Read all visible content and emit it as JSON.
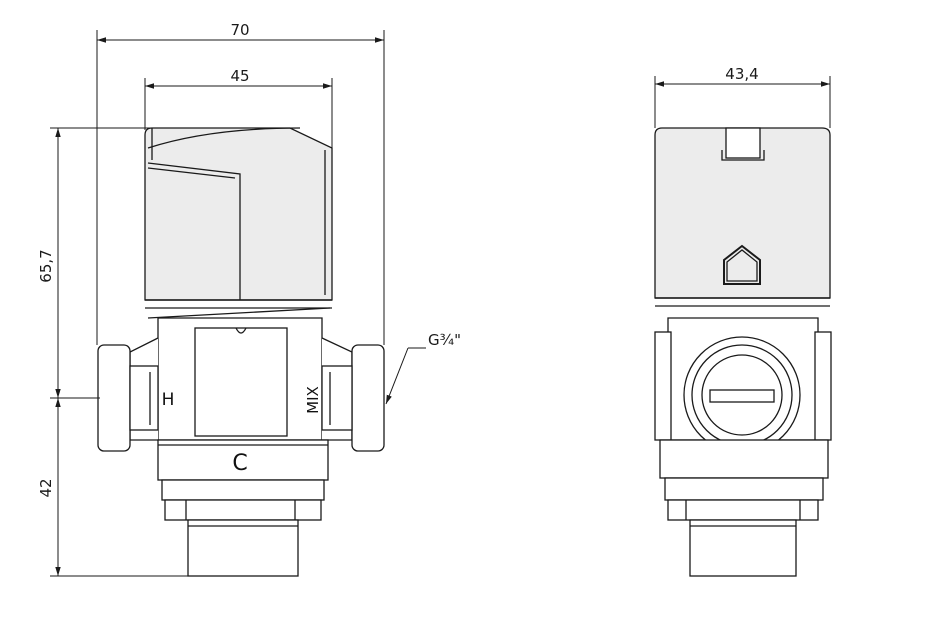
{
  "dimensions": {
    "width_overall": "70",
    "width_body": "45",
    "width_side": "43,4",
    "height_upper": "65,7",
    "height_lower": "42",
    "thread": "G¾\""
  },
  "port_labels": {
    "hot": "H",
    "cold": "C",
    "mixed": "MIX"
  },
  "colors": {
    "line": "#1a1a1a",
    "cap_fill": "#ececec",
    "body_fill": "#ffffff"
  }
}
